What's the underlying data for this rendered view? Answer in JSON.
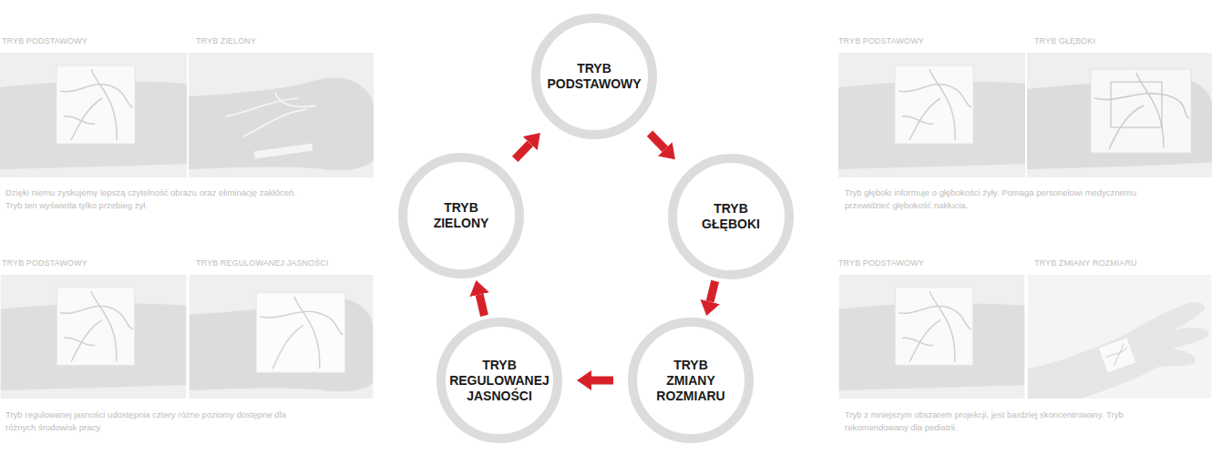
{
  "diagram": {
    "nodes": [
      {
        "text": [
          "TRYB PODSTAWOWY"
        ]
      },
      {
        "text": [
          "TRYB GŁĘBOKI"
        ]
      },
      {
        "text": [
          "TRYB ZMIANY ROZMIARU"
        ]
      },
      {
        "text": [
          "TRYB REGULOWANEJ JASNOŚCI"
        ]
      },
      {
        "text": [
          "TRYB ZIELONY"
        ]
      }
    ],
    "edges": [
      {
        "from": 0,
        "to": 1,
        "arrow": "to"
      },
      {
        "from": 1,
        "to": 2,
        "arrow": "to"
      },
      {
        "from": 2,
        "to": 3,
        "arrow": "to"
      },
      {
        "from": 3,
        "to": 4,
        "arrow": "to"
      },
      {
        "from": 4,
        "to": 0,
        "arrow": "to"
      }
    ],
    "labels": [
      "TRYB PODSTAWOWY",
      "TRYB ZIELONY",
      "Dzięki niemu zyskujemy lepszą czytelność obrazu oraz eliminację zakłóceń. Tryb ten wyświetla tylko przebieg żył.",
      "TRYB PODSTAWOWY",
      "TRYB REGULOWANEJ JASNOŚCI",
      "Tryb regulowanej jasności udostępnia cztery różne poziomy dostępne dla różnych środowisk pracy.",
      "TRYB PODSTAWOWY",
      "TRYB GŁĘBOKI",
      "Tryb głęboki informuje o głębokości żyły. Pomaga personelowi medycznemu przewidzieć głębokość  nakłucia.",
      "TRYB PODSTAWOWY",
      "TRYB ZMIANY ROZMIARU",
      "Tryb z mniejszym obszarem projekcji, jest bardziej skoncentrowany. Tryb rekomendowany dla pediatrii."
    ]
  }
}
